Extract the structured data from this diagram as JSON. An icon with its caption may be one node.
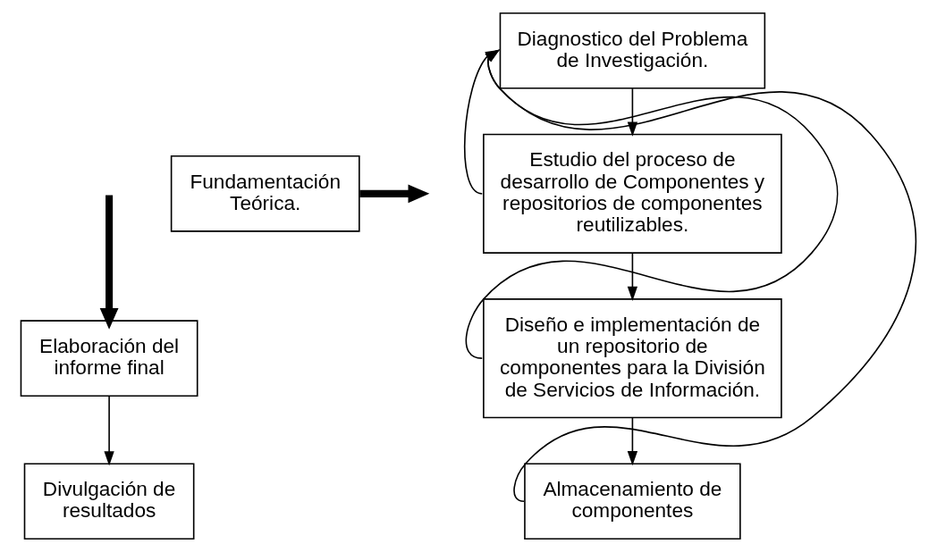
{
  "diagram": {
    "nodes": [
      {
        "text": [
          "Fundamentación Teórica."
        ]
      },
      {
        "text": [
          "Diagnostico del Problema de Investigación."
        ]
      },
      {
        "text": [
          "Estudio del proceso de desarrollo de Componentes y repositorios de componentes reutilizables."
        ]
      },
      {
        "text": [
          "Diseño e implementación de un repositorio de componentes para la División de Servicios de Información."
        ]
      },
      {
        "text": [
          "Almacenamiento de componentes"
        ]
      },
      {
        "text": [
          "Elaboración del informe final"
        ]
      },
      {
        "text": [
          "Divulgación de resultados"
        ]
      }
    ],
    "edges": [
      {
        "from": 1,
        "to": 2,
        "arrow": "to"
      },
      {
        "from": 2,
        "to": 3,
        "arrow": "to"
      },
      {
        "from": 3,
        "to": 4,
        "arrow": "to"
      },
      {
        "from": 2,
        "to": 1,
        "arrow": "to"
      },
      {
        "from": 3,
        "to": 1,
        "arrow": "to"
      },
      {
        "from": 4,
        "to": 1,
        "arrow": "to"
      },
      {
        "from": 0,
        "to": null,
        "arrow": "to",
        "style": "thick"
      },
      {
        "from": null,
        "to": 5,
        "arrow": "to",
        "style": "thick"
      },
      {
        "from": 5,
        "to": 6,
        "arrow": "to"
      }
    ]
  }
}
